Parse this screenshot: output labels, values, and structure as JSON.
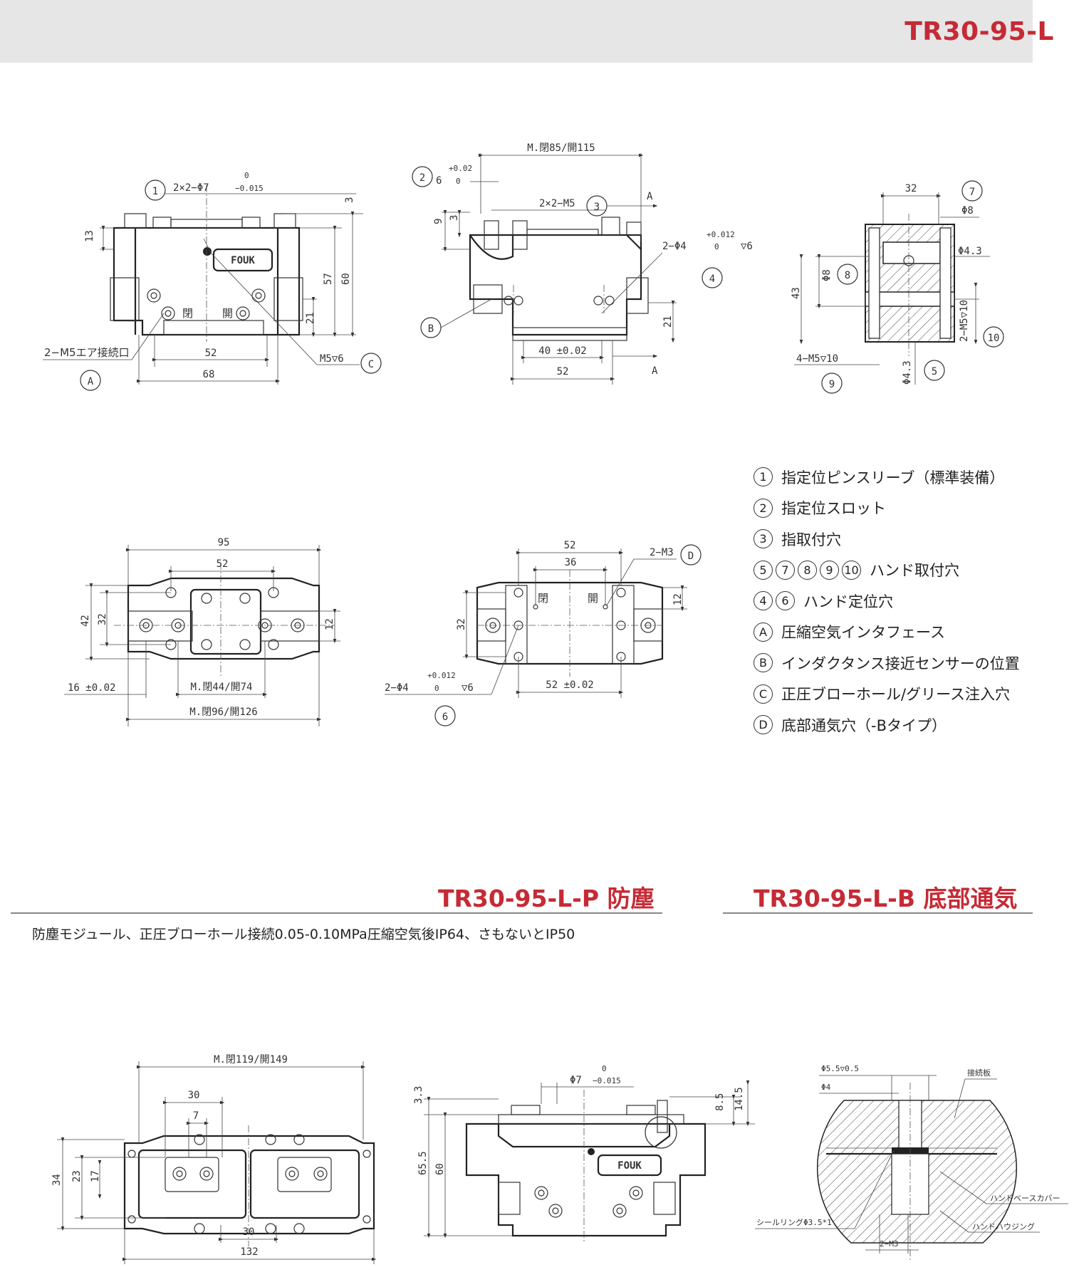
{
  "header": {
    "model": "TR30-95-L"
  },
  "legend": [
    {
      "badges": [
        "1"
      ],
      "text": "指定位ピンスリーブ（標準装備）"
    },
    {
      "badges": [
        "2"
      ],
      "text": "指定位スロット"
    },
    {
      "badges": [
        "3"
      ],
      "text": "指取付穴"
    },
    {
      "badges": [
        "5",
        "7",
        "8",
        "9",
        "10"
      ],
      "text": "ハンド取付穴"
    },
    {
      "badges": [
        "4",
        "6"
      ],
      "text": "ハンド定位穴"
    },
    {
      "badges": [
        "A"
      ],
      "text": "圧縮空気インタフェース"
    },
    {
      "badges": [
        "B"
      ],
      "text": "インダクタンス接近センサーの位置"
    },
    {
      "badges": [
        "C"
      ],
      "text": "正圧ブローホール/グリース注入穴"
    },
    {
      "badges": [
        "D"
      ],
      "text": "底部通気穴（-Bタイプ）"
    }
  ],
  "sections": {
    "p_title": "TR30-95-L-P 防塵",
    "b_title": "TR30-95-L-B 底部通気",
    "p_desc": "防塵モジュール、正圧ブローホール接続0.05-0.10MPa圧縮空気後IP64、さもないとIP50"
  },
  "front": {
    "c1": "1",
    "pin": "2×2−Φ7",
    "pin_tol_u": "0",
    "pin_tol_l": "−0.015",
    "d3": "3",
    "d13": "13",
    "d57": "57",
    "d60": "60",
    "d21": "21",
    "d52": "52",
    "d68": "68",
    "port": "2−M5エア接続口",
    "cA": "A",
    "close": "閉",
    "open": "開",
    "m5": "M5▽6",
    "cC": "C",
    "logo": "FOUK"
  },
  "side": {
    "c2": "2",
    "d6": "6",
    "tol_u": "+0.02",
    "tol_l": "0",
    "m": "M.閉85/開115",
    "m5": "2×2−M5",
    "c3": "3",
    "A": "A",
    "d9": "9",
    "d3": "3",
    "hole": "2−Φ4",
    "h_u": "+0.012",
    "h_l": "0",
    "h_d": "▽6",
    "c4": "4",
    "cB": "B",
    "d21": "21",
    "d40": "40 ±0.02",
    "d52": "52"
  },
  "end": {
    "d32": "32",
    "c7": "7",
    "phi8": "Φ8",
    "phi43": "Φ4.3",
    "c8": "8",
    "phi8b": "Φ8",
    "d43": "43",
    "m5": "2−M5▽10",
    "c10": "10",
    "m5b": "4−M5▽10",
    "c9": "9",
    "phi43b": "Φ4.3",
    "c5": "5"
  },
  "top": {
    "d95": "95",
    "d52": "52",
    "d42": "42",
    "d32": "32",
    "d12": "12",
    "d16": "16 ±0.02",
    "m1": "M.閉44/開74",
    "m2": "M.閉96/開126"
  },
  "bottom": {
    "d52": "52",
    "d36": "36",
    "m3": "2−M3",
    "cD": "D",
    "d12": "12",
    "d32": "32",
    "close": "閉",
    "open": "開",
    "hole": "2−Φ4",
    "h_u": "+0.012",
    "h_l": "0",
    "h_d": "▽6",
    "d52b": "52 ±0.02",
    "c6": "6"
  },
  "p_top": {
    "m": "M.閉119/開149",
    "d30": "30",
    "d7": "7",
    "d34": "34",
    "d23": "23",
    "d17": "17",
    "d30b": "30",
    "d132": "132"
  },
  "p_front": {
    "d33": "3.3",
    "pin": "Φ7",
    "pin_u": "0",
    "pin_l": "−0.015",
    "d85": "8.5",
    "d145": "14.5",
    "d655": "65.5",
    "d60": "60",
    "logo": "FOUK"
  },
  "b_detail": {
    "phi55": "Φ5.5▽0.5",
    "phi4": "Φ4",
    "plate": "接続板",
    "cover": "ハンドベースカバー",
    "seal": "シールリングΦ3.5*1",
    "housing": "ハンドハウジング",
    "m3": "2−M3"
  }
}
